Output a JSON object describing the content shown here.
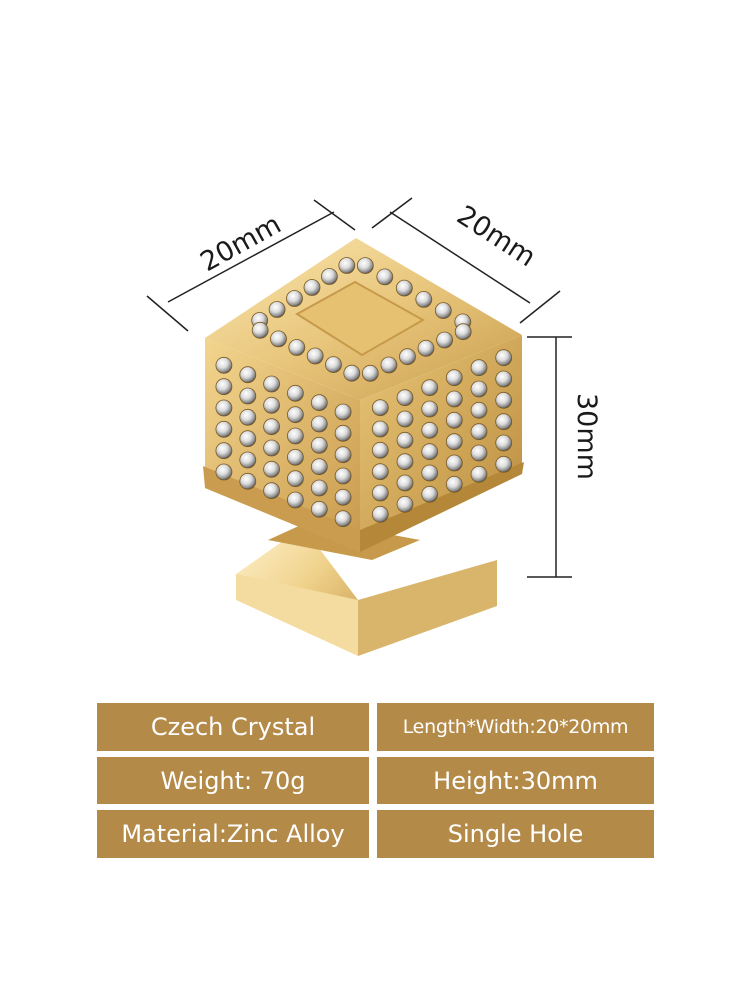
{
  "dimensions": {
    "left_width": "20mm",
    "right_width": "20mm",
    "height": "30mm"
  },
  "colors": {
    "gold_light": "#f6dd9a",
    "gold_mid": "#e2bd6a",
    "gold_dark": "#b58a3f",
    "table_bg": "#b48a49",
    "table_text": "#ffffff"
  },
  "specs": [
    {
      "label": "Czech Crystal"
    },
    {
      "label": "Length*Width:20*20mm"
    },
    {
      "label": "Weight: 70g"
    },
    {
      "label": "Height:30mm"
    },
    {
      "label": "Material:Zinc Alloy"
    },
    {
      "label": "Single Hole"
    }
  ]
}
